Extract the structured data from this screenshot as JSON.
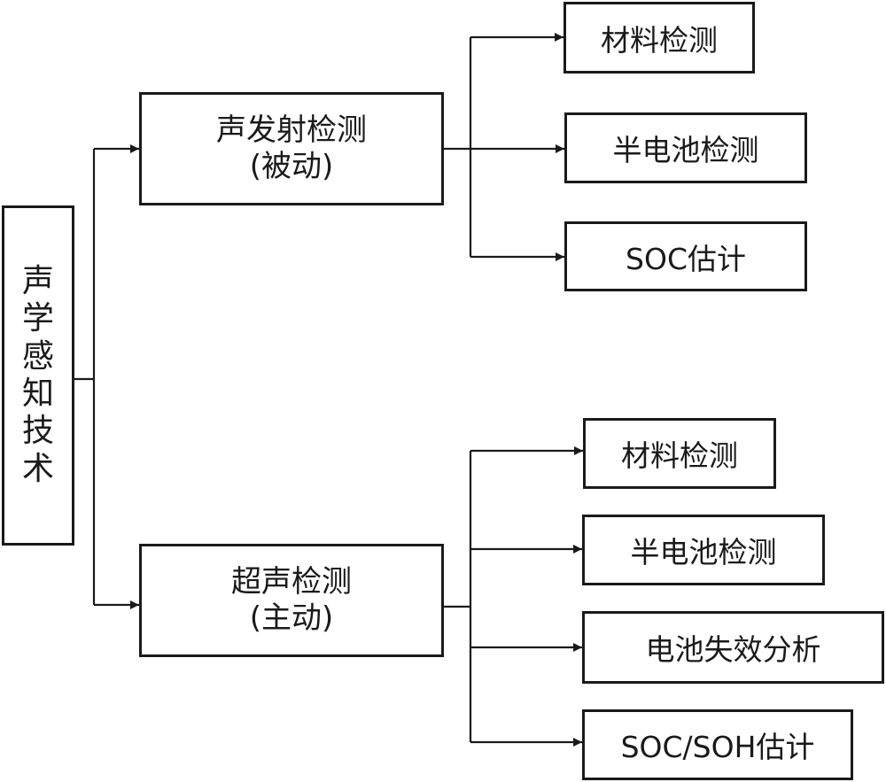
{
  "root": {
    "chars": [
      "声",
      "学",
      "感",
      "知",
      "技",
      "术"
    ]
  },
  "branches": [
    {
      "title": "声发射检测",
      "subtitle": "(被动)",
      "children": [
        "材料检测",
        "半电池检测",
        "SOC估计"
      ]
    },
    {
      "title": "超声检测",
      "subtitle": "(主动)",
      "children": [
        "材料检测",
        "半电池检测",
        "电池失效分析",
        "SOC/SOH估计"
      ]
    }
  ],
  "colors": {
    "line": "#1a1a1a",
    "fill": "#ffffff"
  }
}
